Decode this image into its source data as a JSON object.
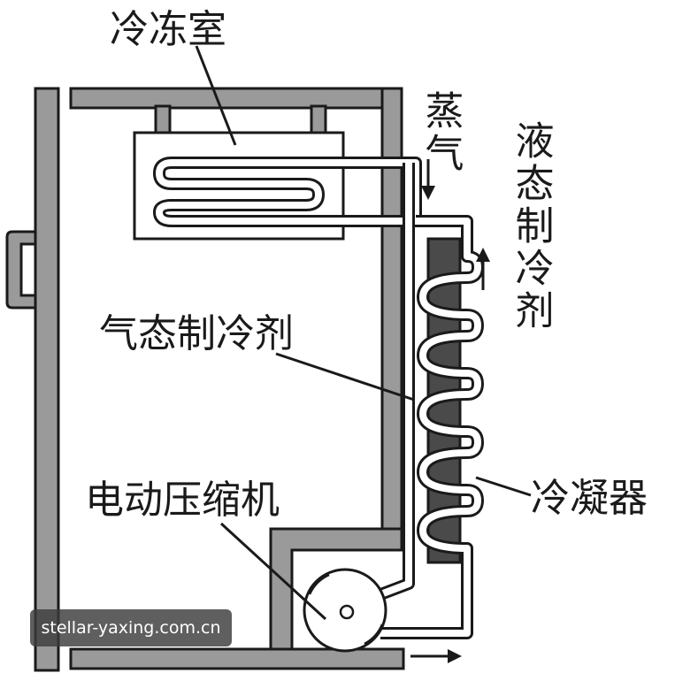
{
  "labels": {
    "freezer": "冷冻室",
    "vapor": "蒸气",
    "liquid_refrigerant": "液态制冷剂",
    "gas_refrigerant": "气态制冷剂",
    "condenser": "冷凝器",
    "compressor": "电动压缩机"
  },
  "watermark": "stellar-yaxing.com.cn",
  "colors": {
    "wall_fill": "#9a9a9a",
    "outline": "#1a1a1a",
    "condenser_fill": "#4a4a4a",
    "background": "#ffffff"
  }
}
